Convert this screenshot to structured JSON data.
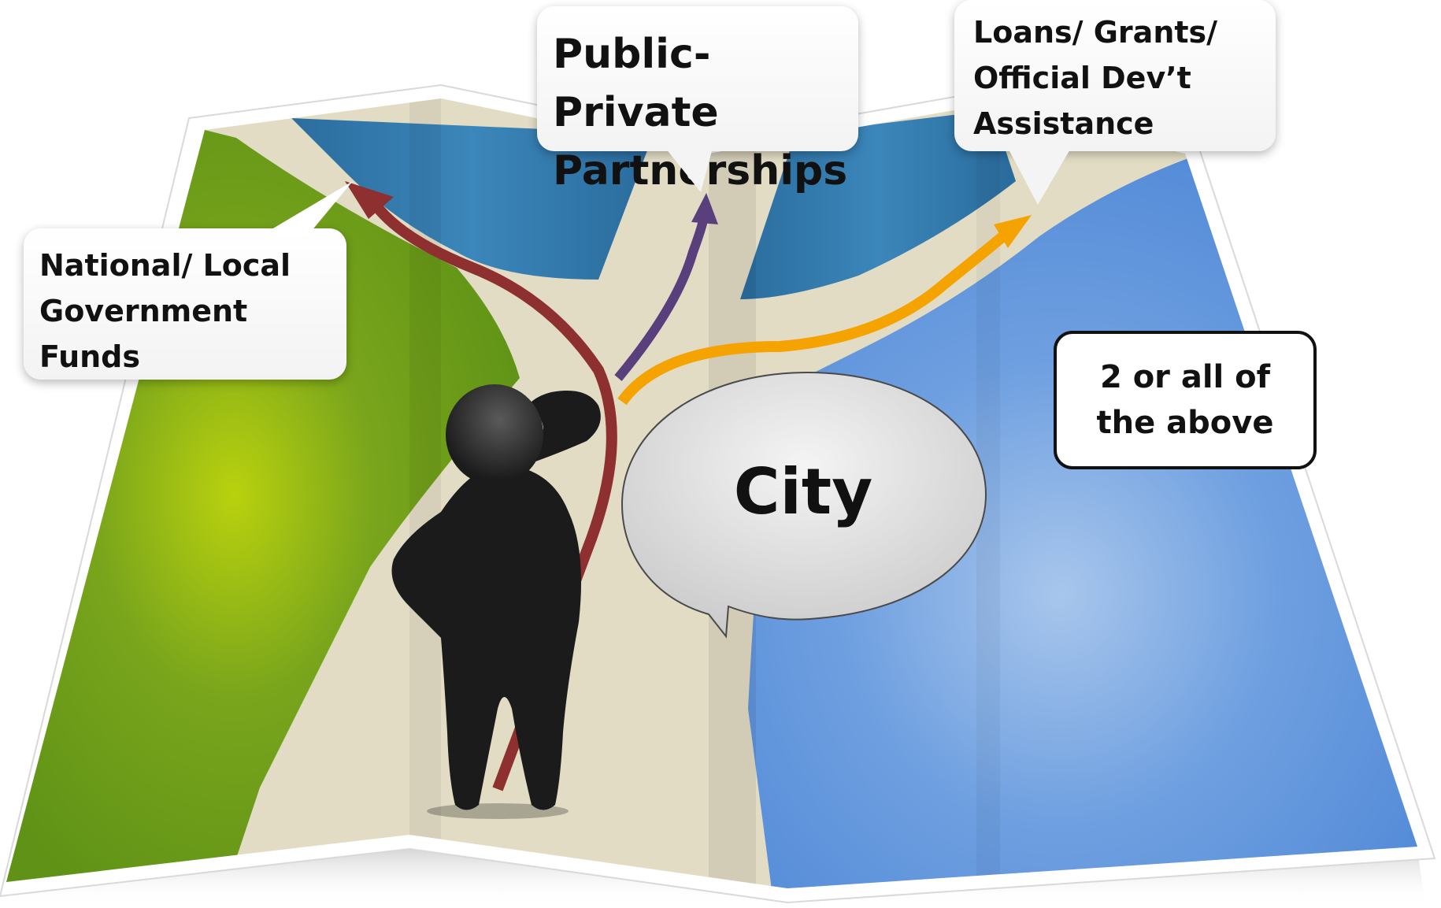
{
  "callouts": {
    "national": {
      "lines": [
        "National/ Local",
        "Government",
        "Funds"
      ]
    },
    "ppp": {
      "lines": [
        "Public-Private",
        "Partnerships"
      ]
    },
    "loans": {
      "lines": [
        "Loans/ Grants/",
        "Official Dev’t",
        "Assistance"
      ]
    },
    "above": {
      "lines": [
        "2 or all of",
        "the above"
      ]
    }
  },
  "city": {
    "label": "City"
  },
  "colors": {
    "road": "#e2dcc5",
    "forest": "#6a9d1a",
    "water_dark": "#2a7bb0",
    "water_light": "#5b93d8",
    "arrow_national": "#8f3030",
    "arrow_ppp": "#5a3f7d",
    "arrow_loans": "#f5a300",
    "person": "#1b1b1b"
  }
}
